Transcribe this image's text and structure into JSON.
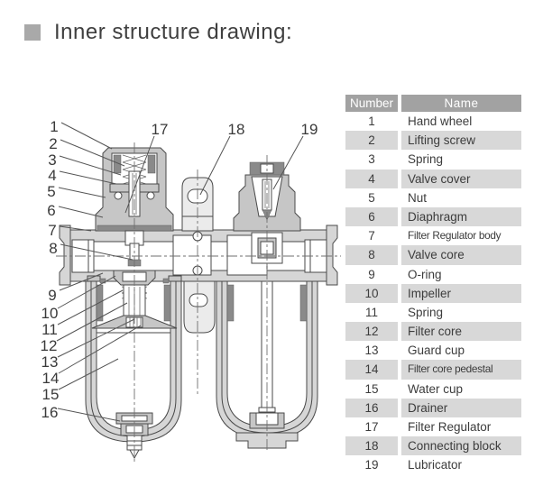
{
  "title": {
    "text": "Inner structure drawing:"
  },
  "table": {
    "columns": {
      "number": "Number",
      "name": "Name"
    },
    "rows": [
      {
        "number": "1",
        "name": "Hand wheel"
      },
      {
        "number": "2",
        "name": "Lifting screw"
      },
      {
        "number": "3",
        "name": "Spring"
      },
      {
        "number": "4",
        "name": "Valve cover"
      },
      {
        "number": "5",
        "name": "Nut"
      },
      {
        "number": "6",
        "name": "Diaphragm"
      },
      {
        "number": "7",
        "name": "Filter Regulator body"
      },
      {
        "number": "8",
        "name": "Valve core"
      },
      {
        "number": "9",
        "name": "O-ring"
      },
      {
        "number": "10",
        "name": "Impeller"
      },
      {
        "number": "11",
        "name": "Spring"
      },
      {
        "number": "12",
        "name": "Filter core"
      },
      {
        "number": "13",
        "name": "Guard cup"
      },
      {
        "number": "14",
        "name": "Filter core pedestal"
      },
      {
        "number": "15",
        "name": "Water cup"
      },
      {
        "number": "16",
        "name": "Drainer"
      },
      {
        "number": "17",
        "name": "Filter Regulator"
      },
      {
        "number": "18",
        "name": "Connecting block"
      },
      {
        "number": "19",
        "name": "Lubricator"
      }
    ]
  },
  "drawing": {
    "callouts": [
      "1",
      "2",
      "3",
      "4",
      "5",
      "6",
      "7",
      "8",
      "9",
      "10",
      "11",
      "12",
      "13",
      "14",
      "15",
      "16",
      "17",
      "18",
      "19"
    ]
  },
  "colors": {
    "table_header_bg": "#a2a2a2",
    "row_stripe": "#d8d8d8",
    "title_bullet": "#a9a9a9",
    "section_fill": "#d6d6d6",
    "dark_detail": "#8a8a8a",
    "line": "#4a4a4a"
  }
}
